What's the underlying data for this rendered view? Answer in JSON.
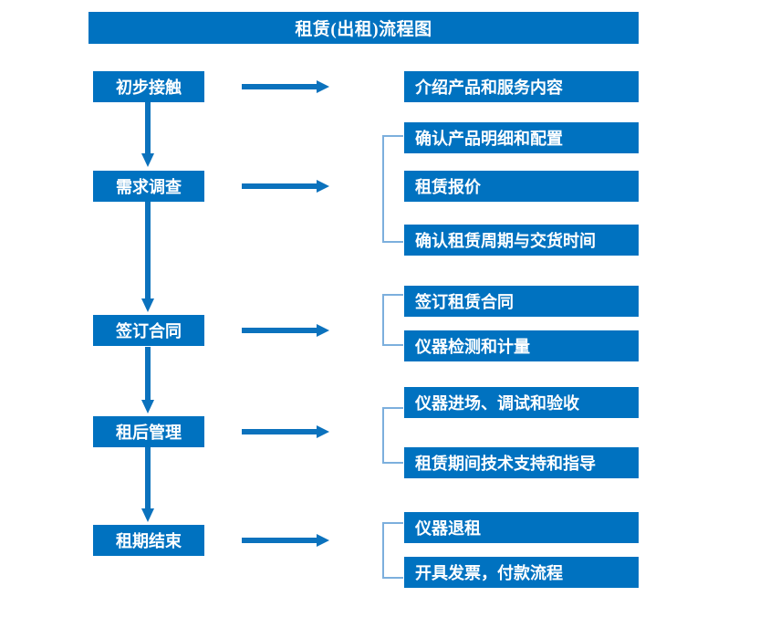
{
  "title": "租赁(出租)流程图",
  "colors": {
    "box_fill": "#0072c0",
    "box_text": "#ffffff",
    "arrow": "#0b72bd",
    "bracket": "#7cafdd",
    "background": "#ffffff"
  },
  "chart_data": {
    "type": "diagram",
    "title": "租赁(出租)流程图",
    "orientation": "vertical-with-branches",
    "stages": [
      {
        "label": "初步接触",
        "details": [
          "介绍产品和服务内容"
        ],
        "grouped": false
      },
      {
        "label": "需求调查",
        "details": [
          "确认产品明细和配置",
          "租赁报价",
          "确认租赁周期与交货时间"
        ],
        "grouped": true
      },
      {
        "label": "签订合同",
        "details": [
          "签订租赁合同",
          "仪器检测和计量"
        ],
        "grouped": true
      },
      {
        "label": "租后管理",
        "details": [
          "仪器进场、调试和验收",
          "租赁期间技术支持和指导"
        ],
        "grouped": true
      },
      {
        "label": "租期结束",
        "details": [
          "仪器退租",
          "开具发票，付款流程"
        ],
        "grouped": true
      }
    ]
  },
  "stages": {
    "s0": {
      "label": "初步接触"
    },
    "s1": {
      "label": "需求调查"
    },
    "s2": {
      "label": "签订合同"
    },
    "s3": {
      "label": "租后管理"
    },
    "s4": {
      "label": "租期结束"
    }
  },
  "details": {
    "d0_0": {
      "label": "介绍产品和服务内容"
    },
    "d1_0": {
      "label": "确认产品明细和配置"
    },
    "d1_1": {
      "label": "租赁报价"
    },
    "d1_2": {
      "label": "确认租赁周期与交货时间"
    },
    "d2_0": {
      "label": "签订租赁合同"
    },
    "d2_1": {
      "label": "仪器检测和计量"
    },
    "d3_0": {
      "label": "仪器进场、调试和验收"
    },
    "d3_1": {
      "label": "租赁期间技术支持和指导"
    },
    "d4_0": {
      "label": "仪器退租"
    },
    "d4_1": {
      "label": "开具发票，付款流程"
    }
  }
}
